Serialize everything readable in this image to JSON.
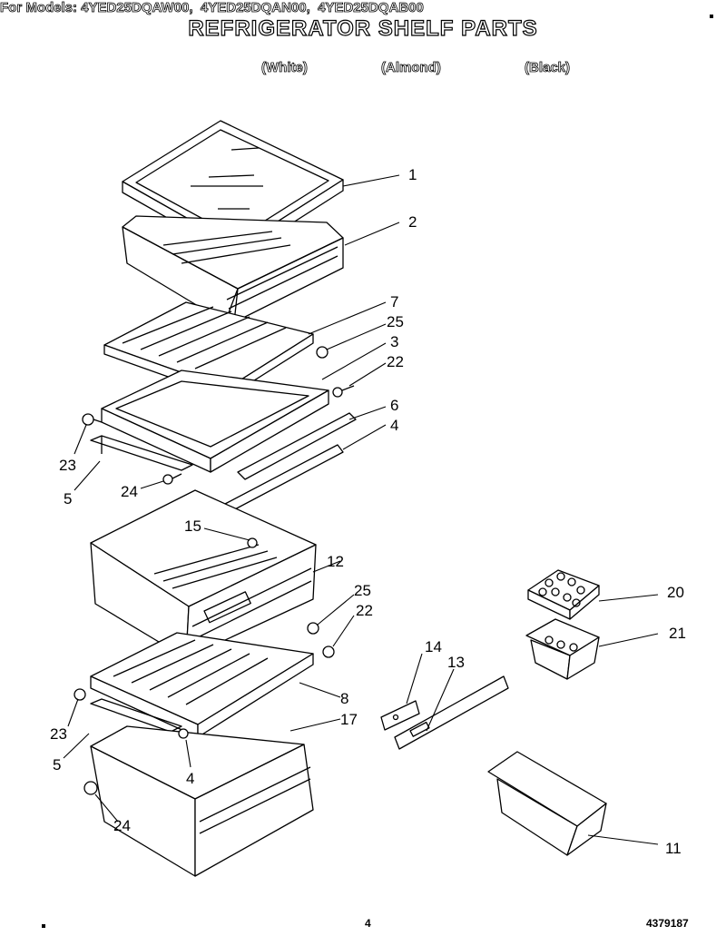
{
  "header": {
    "title": "REFRIGERATOR SHELF PARTS",
    "models_line": "For Models: 4YED25DQAW00,  4YED25DQAN00,  4YED25DQAB00",
    "colors": [
      "(White)",
      "(Almond)",
      "(Black)"
    ]
  },
  "callouts": {
    "c1": "1",
    "c2": "2",
    "c7": "7",
    "c25a": "25",
    "c3": "3",
    "c22a": "22",
    "c6": "6",
    "c4a": "4",
    "c23a": "23",
    "c5a": "5",
    "c24a": "24",
    "c15": "15",
    "c12": "12",
    "c25b": "25",
    "c22b": "22",
    "c8": "8",
    "c17": "17",
    "c23b": "23",
    "c5b": "5",
    "c4b": "4",
    "c24b": "24",
    "c14": "14",
    "c13": "13",
    "c20": "20",
    "c21": "21",
    "c11": "11"
  },
  "footer": {
    "page": "4",
    "doc_number": "4379187"
  }
}
